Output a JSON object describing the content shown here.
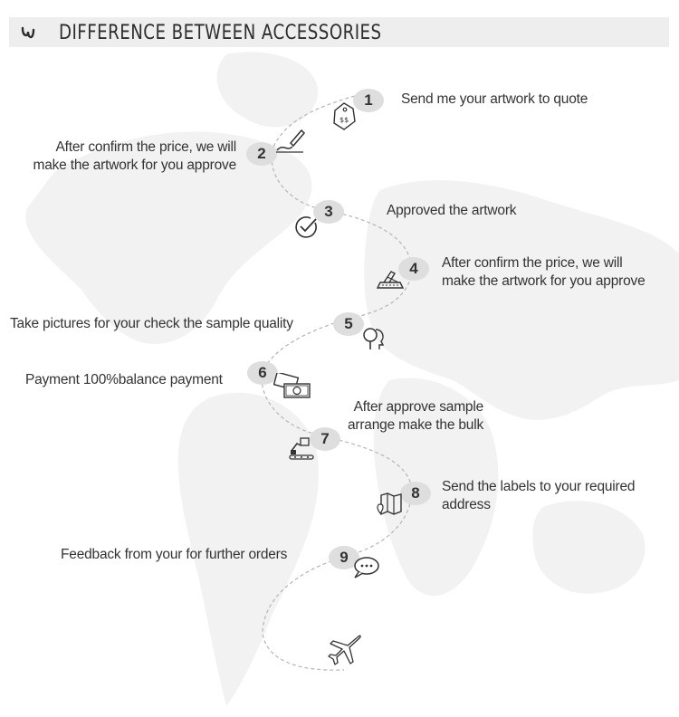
{
  "header": {
    "title": "DIFFERENCE BETWEEN ACCESSORIES",
    "icon": "logo-icon"
  },
  "steps": [
    {
      "number": "1",
      "text": "Send me your artwork to quote",
      "icon": "price-tag-icon"
    },
    {
      "number": "2",
      "text": "After confirm the price, we will\nmake the artwork for you approve",
      "icon": "pen-sign-icon"
    },
    {
      "number": "3",
      "text": "Approved the artwork",
      "icon": "check-circle-icon"
    },
    {
      "number": "4",
      "text": "After confirm the price, we will\nmake the artwork for you approve",
      "icon": "sewing-machine-icon"
    },
    {
      "number": "5",
      "text": "Take pictures for your check the sample quality",
      "icon": "inspect-person-icon"
    },
    {
      "number": "6",
      "text": "Payment 100%balance payment",
      "icon": "money-payment-icon"
    },
    {
      "number": "7",
      "text": "After approve sample\narrange make the bulk",
      "icon": "production-line-icon"
    },
    {
      "number": "8",
      "text": "Send the labels to your required\naddress",
      "icon": "map-location-icon"
    },
    {
      "number": "9",
      "text": "Feedback from your for further orders",
      "icon": "chat-bubble-icon"
    }
  ],
  "end_icon": "airplane-icon",
  "colors": {
    "header_bg": "#eeeeee",
    "badge_bg": "#dedede",
    "text": "#333333",
    "map": "#f0f0f0",
    "path": "#b5b5b5"
  }
}
